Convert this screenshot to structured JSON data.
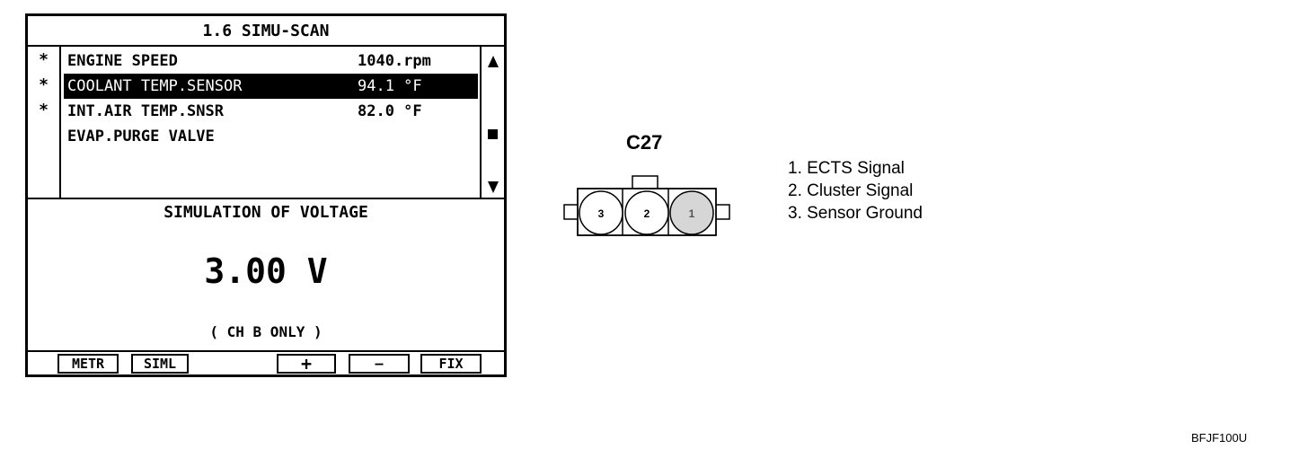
{
  "scanner": {
    "title": "1.6 SIMU-SCAN",
    "marks": [
      "*",
      "*",
      "*"
    ],
    "rows": [
      {
        "name": "ENGINE SPEED",
        "value": "1040.rpm"
      },
      {
        "name": "COOLANT TEMP.SENSOR",
        "value": "94.1 °F"
      },
      {
        "name": "INT.AIR TEMP.SNSR",
        "value": "82.0 °F"
      },
      {
        "name": "EVAP.PURGE VALVE",
        "value": ""
      }
    ],
    "simulation": {
      "title": "SIMULATION OF VOLTAGE",
      "value": "3.00 V",
      "note": "( CH B ONLY )"
    },
    "buttons": {
      "metr": "METR",
      "siml": "SIML",
      "plus": "+",
      "minus": "—",
      "fix": "FIX"
    }
  },
  "connector": {
    "label": "C27",
    "pins": [
      "3",
      "2",
      "1"
    ],
    "legend": [
      "1. ECTS Signal",
      "2. Cluster Signal",
      "3. Sensor Ground"
    ]
  },
  "footer_code": "BFJF100U"
}
